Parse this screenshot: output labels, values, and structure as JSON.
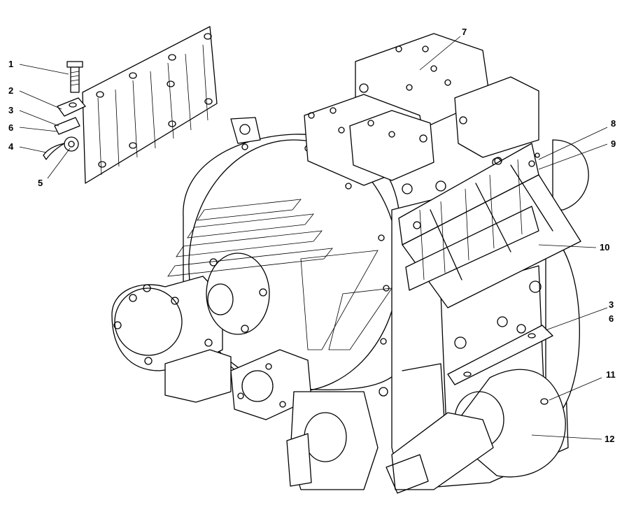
{
  "callouts": [
    {
      "id": "c1",
      "text": "1"
    },
    {
      "id": "c2",
      "text": "2"
    },
    {
      "id": "c3",
      "text": "3"
    },
    {
      "id": "c6",
      "text": "6"
    },
    {
      "id": "c4",
      "text": "4"
    },
    {
      "id": "c5",
      "text": "5"
    },
    {
      "id": "c7",
      "text": "7"
    },
    {
      "id": "c8",
      "text": "8"
    },
    {
      "id": "c9",
      "text": "9"
    },
    {
      "id": "c10",
      "text": "10"
    },
    {
      "id": "c3b",
      "text": "3"
    },
    {
      "id": "c6b",
      "text": "6"
    },
    {
      "id": "c11",
      "text": "11"
    },
    {
      "id": "c12",
      "text": "12"
    }
  ]
}
